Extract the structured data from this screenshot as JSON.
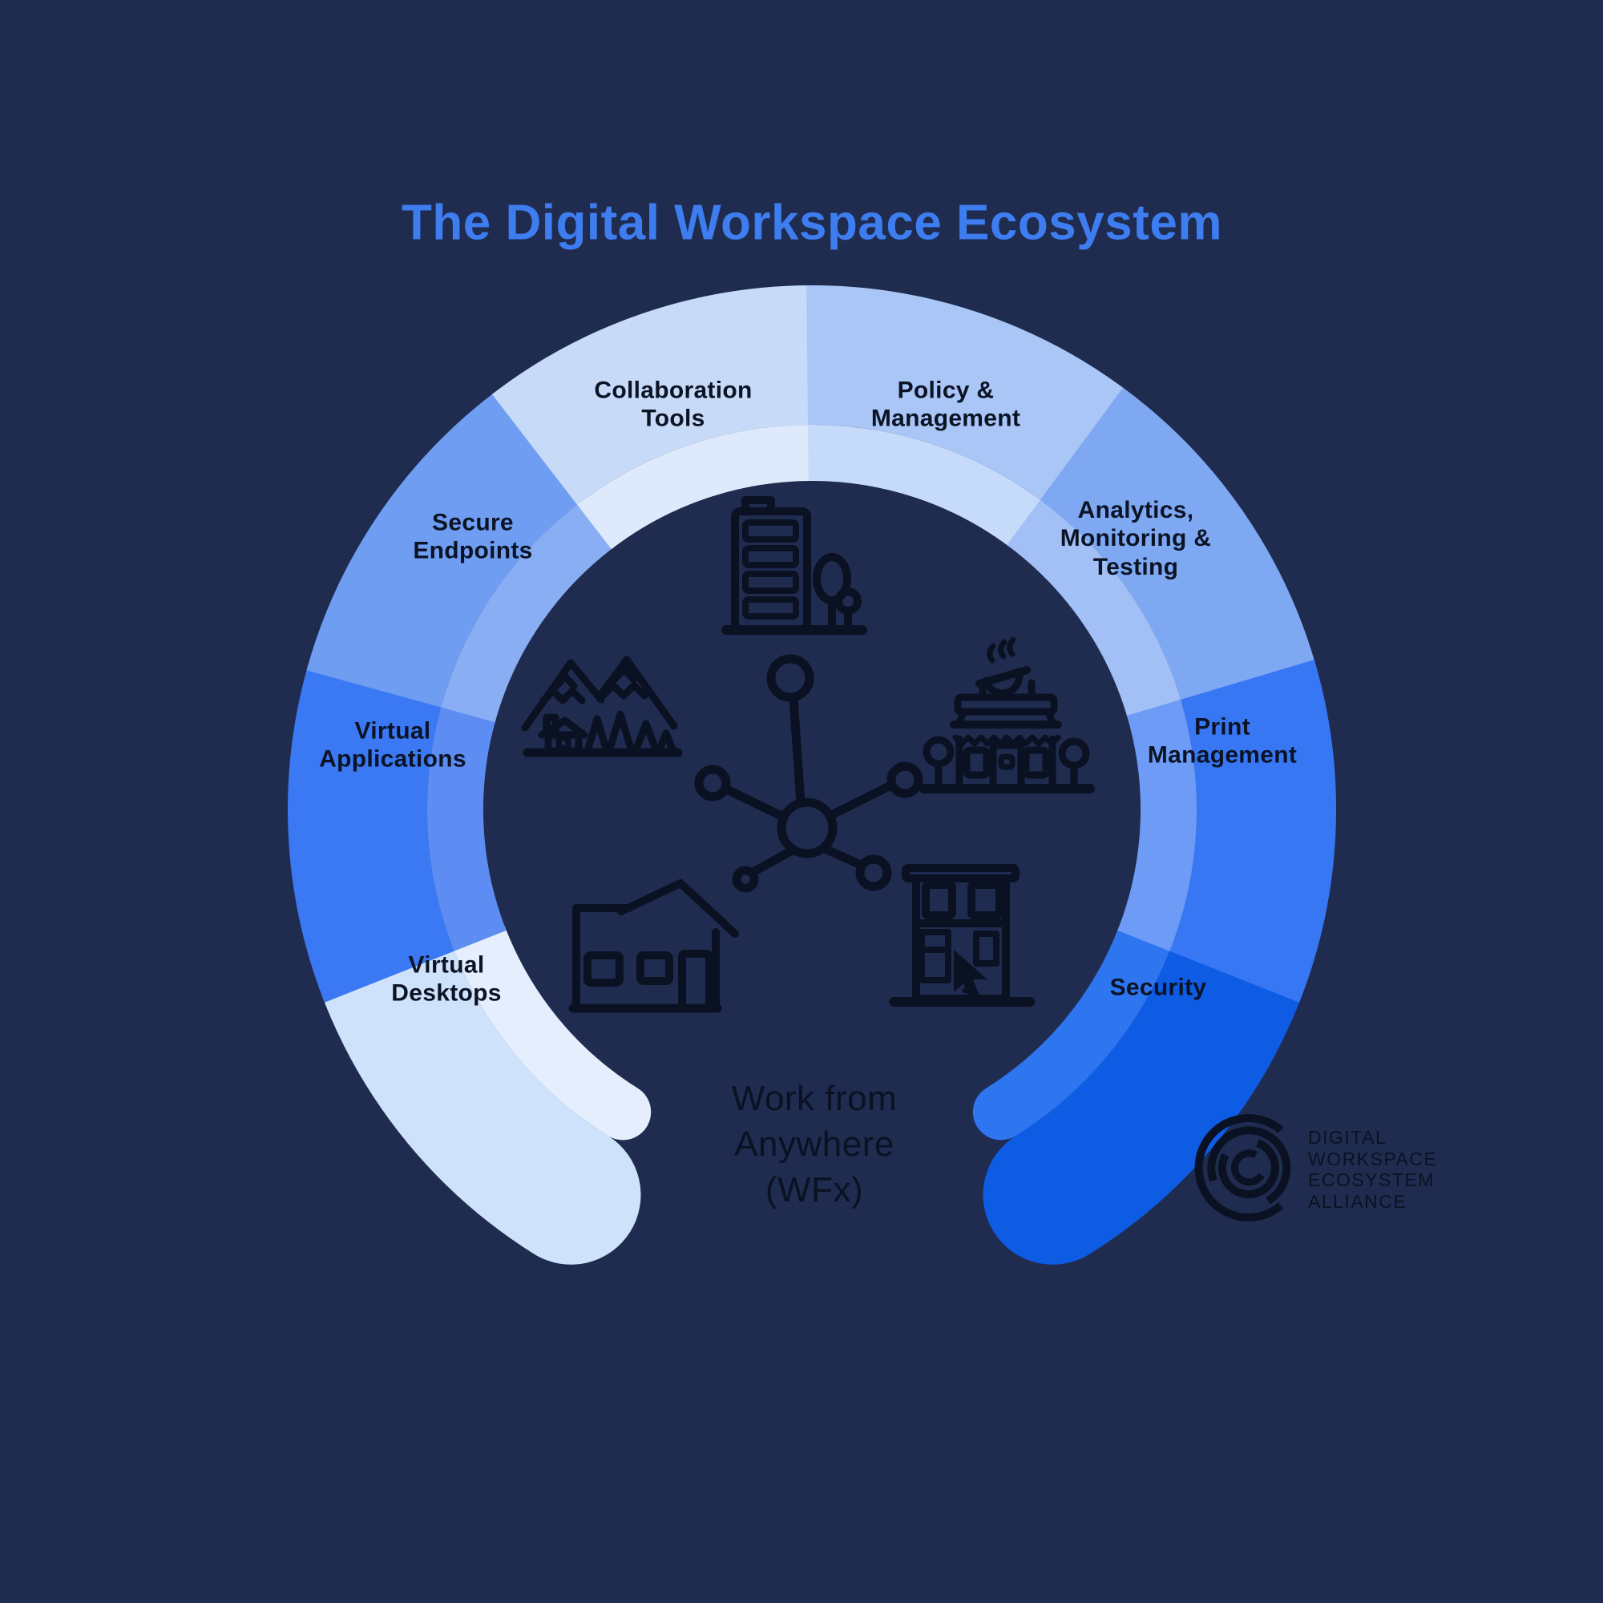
{
  "title": "The Digital Workspace Ecosystem",
  "colors": {
    "background": "#1F2C4F",
    "title_blue": "#3E7DF0",
    "ink": "#0A1122"
  },
  "segments": [
    {
      "name": "virtual-desktops",
      "label": "Virtual\nDesktops",
      "color": "#CFE2FB",
      "band": "#E5EEFD"
    },
    {
      "name": "virtual-applications",
      "label": "Virtual\nApplications",
      "color": "#3B78F3",
      "band": "#5D8CF2"
    },
    {
      "name": "secure-endpoints",
      "label": "Secure\nEndpoints",
      "color": "#6E9DF2",
      "band": "#8AAEF4"
    },
    {
      "name": "collaboration-tools",
      "label": "Collaboration\nTools",
      "color": "#C7DBF9",
      "band": "#DEEAFC"
    },
    {
      "name": "policy-management",
      "label": "Policy &\nManagement",
      "color": "#A9C6F6",
      "band": "#C6DAF9"
    },
    {
      "name": "analytics-monitoring-testing",
      "label": "Analytics,\nMonitoring &\nTesting",
      "color": "#7FA8F3",
      "band": "#A2C0F5"
    },
    {
      "name": "print-management",
      "label": "Print\nManagement",
      "color": "#3877F4",
      "band": "#6D9BF5"
    },
    {
      "name": "security",
      "label": "Security",
      "color": "#0E5BE4",
      "band": "#2E75F0"
    }
  ],
  "center": {
    "heading": "Work from\nAnywhere\n(WFx)",
    "icons": [
      "office-building-icon",
      "mountain-cabin-icon",
      "cafe-shop-icon",
      "house-icon",
      "city-building-cursor-icon",
      "network-hub-icon"
    ]
  },
  "logo": {
    "name": "digital-workspace-ecosystem-alliance",
    "text": "DIGITAL\nWORKSPACE\nECOSYSTEM\nALLIANCE"
  }
}
